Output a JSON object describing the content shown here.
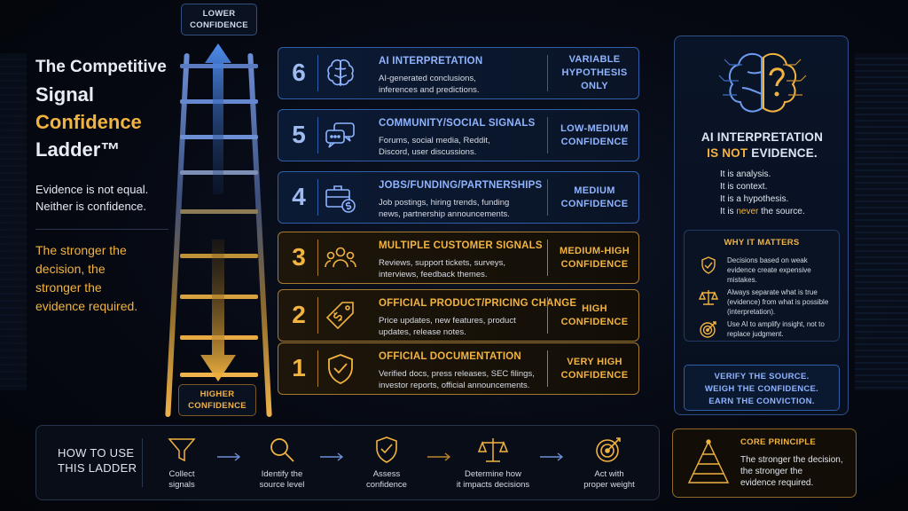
{
  "title": {
    "line1": "The Competitive",
    "line2": "Signal",
    "line3": "Confidence",
    "line4": "Ladder™"
  },
  "subtitle": {
    "line1": "Evidence is not equal.",
    "line2": "Neither is confidence."
  },
  "tagline": {
    "line1": "The stronger the",
    "line2": "decision, the",
    "line3": "stronger the",
    "line4": "evidence required."
  },
  "ladder": {
    "top_label_1": "LOWER",
    "top_label_2": "CONFIDENCE",
    "bottom_label_1": "HIGHER",
    "bottom_label_2": "CONFIDENCE"
  },
  "levels": [
    {
      "num": "6",
      "title": "AI INTERPRETATION",
      "desc1": "AI-generated conclusions,",
      "desc2": "inferences and predictions.",
      "desc3": "",
      "conf1": "VARIABLE",
      "conf2": "HYPOTHESIS",
      "conf3": "ONLY",
      "icon": "brain-icon",
      "tone": "blue"
    },
    {
      "num": "5",
      "title": "COMMUNITY/SOCIAL SIGNALS",
      "desc1": "Forums, social media, Reddit,",
      "desc2": "Discord, user discussions.",
      "desc3": "",
      "conf1": "LOW-MEDIUM",
      "conf2": "CONFIDENCE",
      "conf3": "",
      "icon": "chat-bubbles-icon",
      "tone": "blue"
    },
    {
      "num": "4",
      "title": "JOBS/FUNDING/PARTNERSHIPS",
      "desc1": "Job postings, hiring trends, funding",
      "desc2": "news, partnership announcements.",
      "desc3": "",
      "conf1": "MEDIUM",
      "conf2": "CONFIDENCE",
      "conf3": "",
      "icon": "briefcase-dollar-icon",
      "tone": "blue"
    },
    {
      "num": "3",
      "title": "MULTIPLE CUSTOMER SIGNALS",
      "desc1": "Reviews, support tickets, surveys,",
      "desc2": "interviews, feedback themes.",
      "desc3": "",
      "conf1": "MEDIUM-HIGH",
      "conf2": "CONFIDENCE",
      "conf3": "",
      "icon": "people-group-icon",
      "tone": "gold"
    },
    {
      "num": "2",
      "title": "OFFICIAL PRODUCT/PRICING CHANGE",
      "desc1": "Price updates, new features, product",
      "desc2": "updates, release notes.",
      "desc3": "",
      "conf1": "HIGH",
      "conf2": "CONFIDENCE",
      "conf3": "",
      "icon": "price-tag-icon",
      "tone": "gold"
    },
    {
      "num": "1",
      "title": "OFFICIAL DOCUMENTATION",
      "desc1": "Verified docs, press releases, SEC filings,",
      "desc2": "investor reports, official announcements.",
      "desc3": "",
      "conf1": "VERY HIGH",
      "conf2": "CONFIDENCE",
      "conf3": "",
      "icon": "shield-check-icon",
      "tone": "gold"
    }
  ],
  "side": {
    "heading1": "AI INTERPRETATION",
    "heading2_pre": "IS NOT",
    "heading2_post": " EVIDENCE.",
    "line1": "It is analysis.",
    "line2": "It is context.",
    "line3": "It is a hypothesis.",
    "line4_pre": "It is ",
    "line4_gold": "never",
    "line4_post": " the source.",
    "why_title": "WHY IT MATTERS",
    "why": [
      {
        "text": "Decisions based on weak evidence create expensive mistakes.",
        "icon": "shield-check-icon"
      },
      {
        "text": "Always separate what is true (evidence) from what is possible (interpretation).",
        "icon": "scales-icon"
      },
      {
        "text": "Use AI to amplify insight, not to replace judgment.",
        "icon": "target-icon"
      }
    ],
    "verify1": "VERIFY THE SOURCE.",
    "verify2": "WEIGH THE CONFIDENCE.",
    "verify3": "EARN THE CONVICTION."
  },
  "howto": {
    "title1": "HOW TO USE",
    "title2": "THIS LADDER",
    "steps": [
      {
        "l1": "Collect",
        "l2": "signals",
        "icon": "funnel-icon"
      },
      {
        "l1": "Identify the",
        "l2": "source level",
        "icon": "magnifier-icon"
      },
      {
        "l1": "Assess",
        "l2": "confidence",
        "icon": "shield-check-icon"
      },
      {
        "l1": "Determine how",
        "l2": "it impacts decisions",
        "icon": "scales-icon"
      },
      {
        "l1": "Act with",
        "l2": "proper weight",
        "icon": "target-icon"
      }
    ]
  },
  "core": {
    "title": "CORE PRINCIPLE",
    "l1": "The stronger the decision,",
    "l2": "the stronger the",
    "l3": "evidence required."
  },
  "colors": {
    "blue": "#8fb4ff",
    "gold": "#f2b340",
    "background": "#05070d"
  }
}
